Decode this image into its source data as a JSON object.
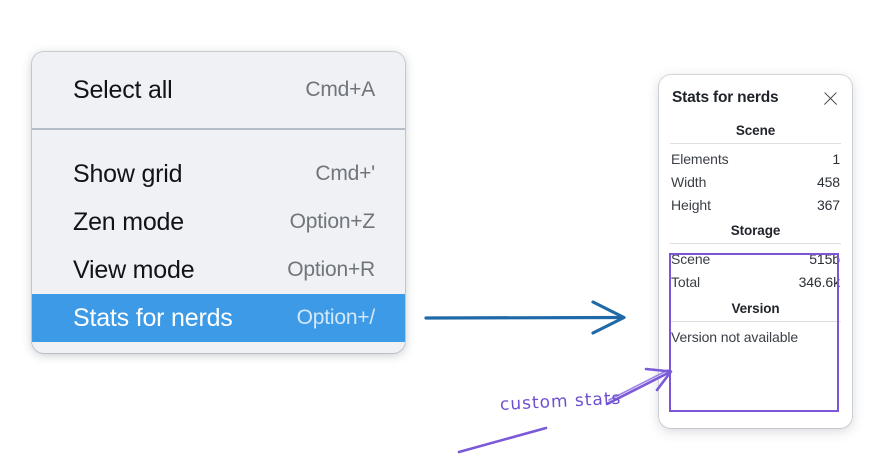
{
  "menu": {
    "name": "context-menu",
    "groups": [
      {
        "items": [
          {
            "label": "Select all",
            "shortcut": "Cmd+A",
            "selected": false
          }
        ]
      },
      {
        "items": [
          {
            "label": "Show grid",
            "shortcut": "Cmd+'",
            "selected": false
          },
          {
            "label": "Zen mode",
            "shortcut": "Option+Z",
            "selected": false
          },
          {
            "label": "View mode",
            "shortcut": "Option+R",
            "selected": false
          },
          {
            "label": "Stats for nerds",
            "shortcut": "Option+/",
            "selected": true
          }
        ]
      }
    ],
    "highlight_color": "#3d9ae6",
    "background_color": "#eff1f4"
  },
  "stats_panel": {
    "title": "Stats for nerds",
    "close_icon": "close-icon",
    "sections": [
      {
        "heading": "Scene",
        "rows": [
          {
            "label": "Elements",
            "value": "1"
          },
          {
            "label": "Width",
            "value": "458"
          },
          {
            "label": "Height",
            "value": "367"
          }
        ]
      },
      {
        "heading": "Storage",
        "rows": [
          {
            "label": "Scene",
            "value": "515b"
          },
          {
            "label": "Total",
            "value": "346.6k"
          }
        ]
      },
      {
        "heading": "Version",
        "plain_rows": [
          {
            "text": "Version not available"
          }
        ]
      }
    ]
  },
  "annotations": {
    "custom_stats_label": "custom stats",
    "label_color": "#6f4fd0",
    "highlight_box_color": "#7c55d8",
    "arrow_color": "#1f69a8"
  }
}
